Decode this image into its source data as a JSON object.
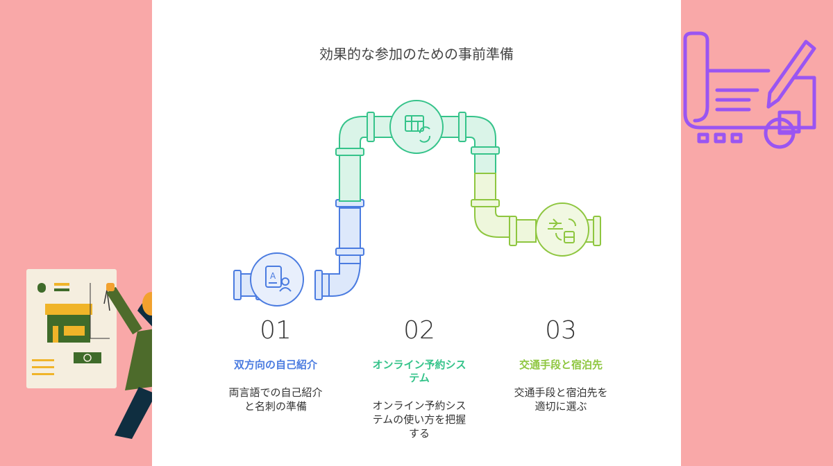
{
  "title": "効果的な参加のための事前準備",
  "colors": {
    "background": "#f9a8a8",
    "panel": "#ffffff",
    "step1": "#4a7be0",
    "step2": "#35c38a",
    "step3": "#8ec63f",
    "accent_icon": "#9a55f2"
  },
  "steps": [
    {
      "number": "01",
      "title": "双方向の自己紹介",
      "desc_lines": [
        "両言語での自己紹介",
        "と名刺の準備"
      ],
      "icon": "language-id-card-icon"
    },
    {
      "number": "02",
      "title_lines": [
        "オンライン予約シス",
        "テム"
      ],
      "desc_lines": [
        "オンライン予約シス",
        "テムの使い方を把握",
        "する"
      ],
      "icon": "table-refresh-icon"
    },
    {
      "number": "03",
      "title": "交通手段と宿泊先",
      "desc_lines": [
        "交通手段と宿泊先を",
        "適切に選ぶ"
      ],
      "icon": "plane-bus-exchange-icon"
    }
  ],
  "decor": {
    "left_illustration": "woman-presenting-store-chart-icon",
    "right_illustration": "blueprint-pencil-icon"
  }
}
